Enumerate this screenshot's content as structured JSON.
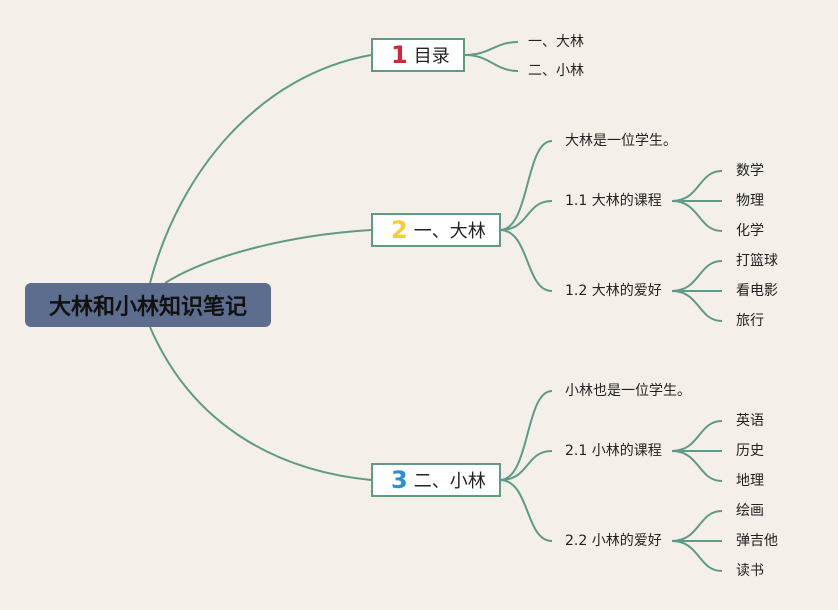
{
  "root": {
    "title": "大林和小林知识笔记"
  },
  "branches": [
    {
      "number": "1",
      "label": "目录",
      "children": [
        "一、大林",
        "二、小林"
      ]
    },
    {
      "number": "2",
      "label": "一、大林",
      "intro": "大林是一位学生。",
      "sub": [
        {
          "label": "1.1 大林的课程",
          "items": [
            "数学",
            "物理",
            "化学"
          ]
        },
        {
          "label": "1.2 大林的爱好",
          "items": [
            "打篮球",
            "看电影",
            "旅行"
          ]
        }
      ]
    },
    {
      "number": "3",
      "label": "二、小林",
      "intro": "小林也是一位学生。",
      "sub": [
        {
          "label": "2.1 小林的课程",
          "items": [
            "英语",
            "历史",
            "地理"
          ]
        },
        {
          "label": "2.2 小林的爱好",
          "items": [
            "绘画",
            "弹吉他",
            "读书"
          ]
        }
      ]
    }
  ],
  "colors": {
    "background": "#f5efe9",
    "root_fill": "#5c6d8d",
    "connector": "#5f9a87",
    "num1": "#d0273a",
    "num2": "#f2cf3a",
    "num3": "#2b8fd4"
  }
}
